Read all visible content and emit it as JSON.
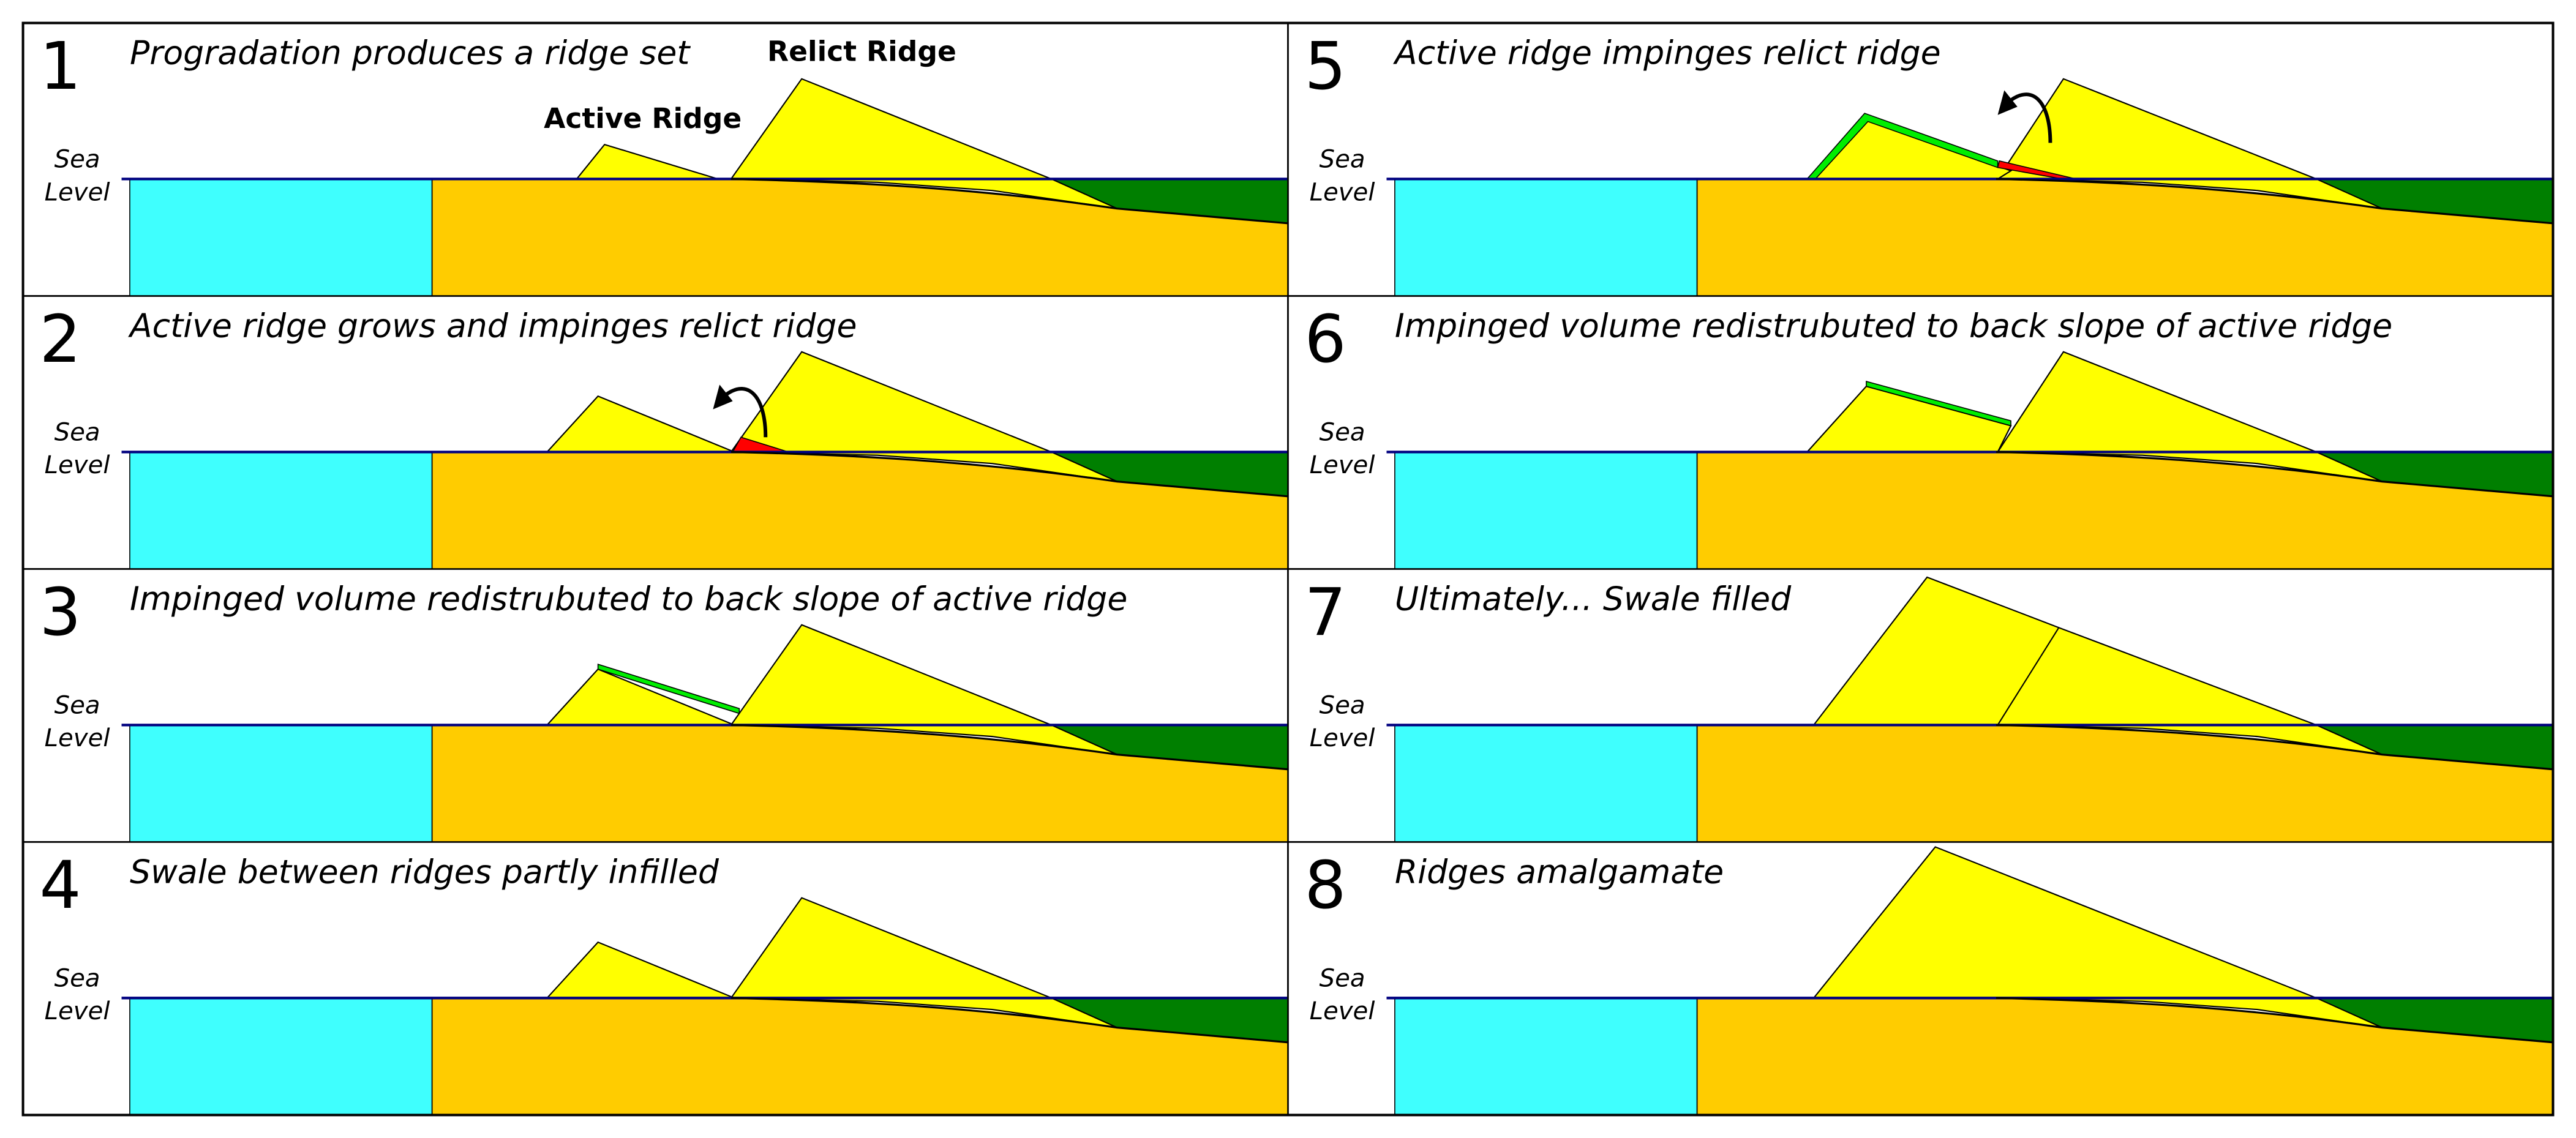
{
  "colors": {
    "lagoon": "#3ffffe",
    "sand_base": "#ffcc00",
    "ridge": "#ffff00",
    "marine": "#007f00",
    "redistributed": "#00ee00",
    "impinged": "#ff0000",
    "sea_level": "#00007f",
    "outline": "#000000"
  },
  "sea_level_label": [
    "Sea",
    "Level"
  ],
  "ridge_labels": {
    "active": "Active Ridge",
    "relict": "Relict Ridge"
  },
  "panels": [
    {
      "number": "1",
      "caption": "Progradation produces a ridge set",
      "stage": "initial"
    },
    {
      "number": "2",
      "caption": "Active ridge grows and impinges relict ridge",
      "stage": "impinge"
    },
    {
      "number": "3",
      "caption": "Impinged volume redistrubuted to back slope of active ridge",
      "stage": "redistribute"
    },
    {
      "number": "4",
      "caption": "Swale between ridges partly infilled",
      "stage": "infill"
    },
    {
      "number": "5",
      "caption": "Active ridge impinges relict ridge",
      "stage": "impinge2"
    },
    {
      "number": "6",
      "caption": "Impinged volume redistrubuted to back slope of active ridge",
      "stage": "redistribute2"
    },
    {
      "number": "7",
      "caption": "Ultimately... Swale filled",
      "stage": "filled"
    },
    {
      "number": "8",
      "caption": "Ridges amalgamate",
      "stage": "amalgamated"
    }
  ]
}
